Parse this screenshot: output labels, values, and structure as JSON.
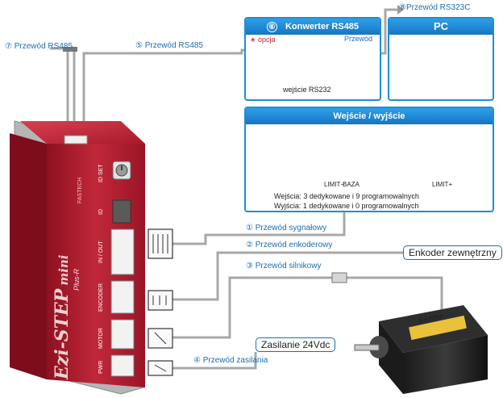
{
  "title_converter": "Konwerter RS485",
  "converter_number": "⑥",
  "converter_option": "∗ opcja",
  "converter_cable": "Przewód",
  "converter_input": "wejście RS232",
  "title_pc": "PC",
  "title_io": "Wejście / wyjście",
  "io_inputs": "Wejścia: 3 dedykowane i 9 programowalnych",
  "io_outputs": "Wyjścia: 1 dedykowane i 0 programowalnych",
  "sensor_limit_minus": "LIMIT−",
  "sensor_baza": "BAZA",
  "sensor_limit_plus": "LIMIT+",
  "cables": {
    "c1": {
      "num": "①",
      "text": "Przewód sygnałowy"
    },
    "c2": {
      "num": "②",
      "text": "Przewód enkoderowy"
    },
    "c3": {
      "num": "③",
      "text": "Przewód silnikowy"
    },
    "c4": {
      "num": "④",
      "text": "Przewód zasilania"
    },
    "c5": {
      "num": "⑤",
      "text": "Przewód RS485"
    },
    "c7": {
      "num": "⑦",
      "text": "Przewód RS485"
    },
    "c8": {
      "num": "⑧",
      "text": "Przewód RS323C"
    }
  },
  "encoder_ext": "Enkoder zewnętrzny",
  "power_supply": "Zasilanie 24Vdc",
  "driver": {
    "brand": "Ezi-STEP",
    "model": "mini",
    "plus": "Plus-R",
    "maker": "FASTECH",
    "port_idset": "ID SET",
    "port_id": "ID",
    "port_inout": "IN / OUT",
    "port_encoder": "ENCODER",
    "port_motor": "MOTOR",
    "port_pwr": "PWR"
  },
  "motor_label": "Ezi-STEP"
}
